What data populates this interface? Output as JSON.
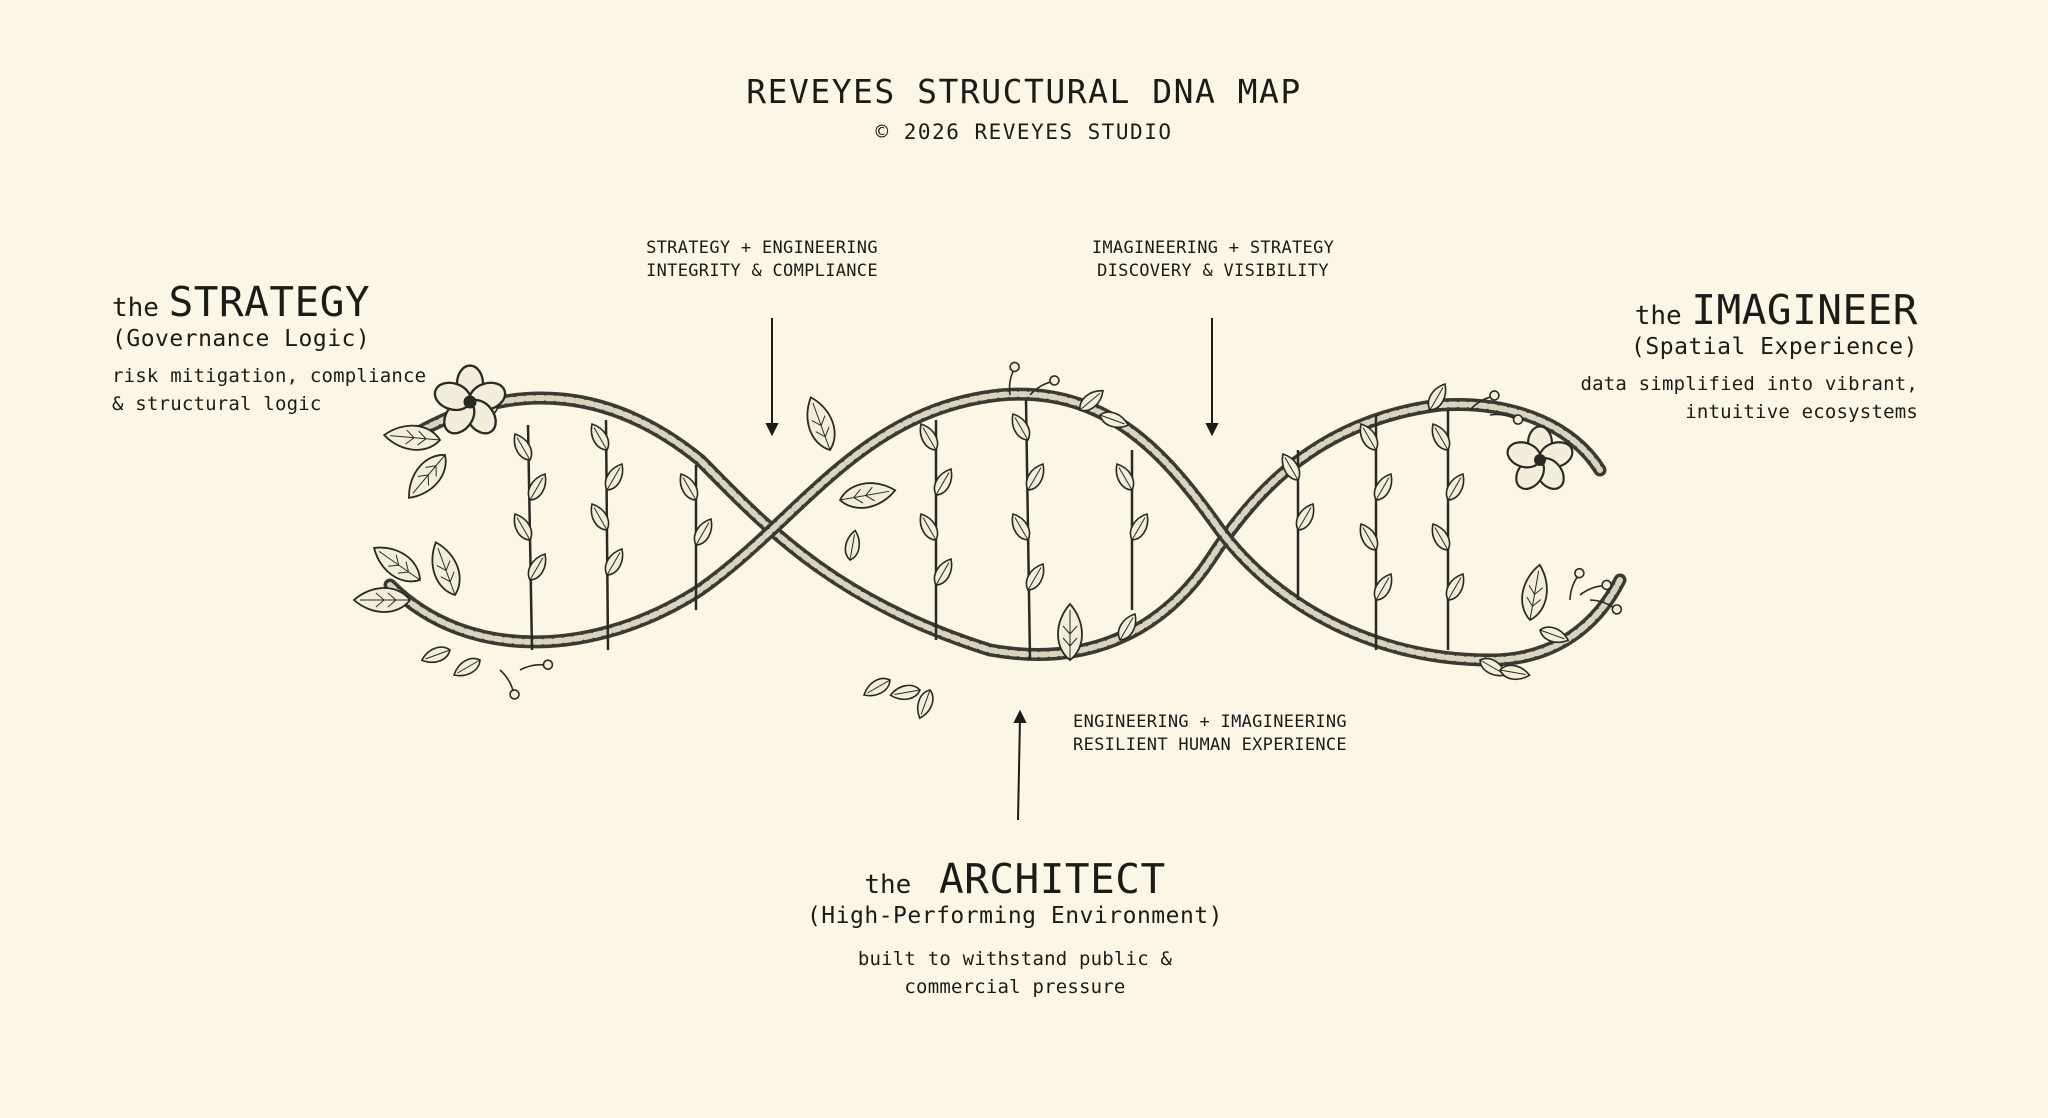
{
  "header": {
    "title": "REVEYES STRUCTURAL DNA MAP",
    "subtitle": "© 2026 REVEYES STUDIO"
  },
  "connectors": {
    "strategy_engineering": {
      "line1": "STRATEGY + ENGINEERING",
      "line2": "INTEGRITY & COMPLIANCE"
    },
    "imagineering_strategy": {
      "line1": "IMAGINEERING + STRATEGY",
      "line2": "DISCOVERY & VISIBILITY"
    },
    "engineering_imagineering": {
      "line1": "ENGINEERING + IMAGINEERING",
      "line2": "RESILIENT HUMAN EXPERIENCE"
    }
  },
  "roles": {
    "strategy": {
      "prefix": "the",
      "name": "STRATEGY",
      "subtitle": "(Governance Logic)",
      "desc_line1": "risk mitigation, compliance",
      "desc_line2": "& structural logic"
    },
    "imagineer": {
      "prefix": "the",
      "name": "IMAGINEER",
      "subtitle": "(Spatial Experience)",
      "desc_line1": "data simplified into vibrant,",
      "desc_line2": "intuitive ecosystems"
    },
    "architect": {
      "prefix": "the",
      "name": "ARCHITECT",
      "subtitle": "(High-Performing Environment)",
      "desc_line1": "built to withstand public &",
      "desc_line2": "commercial pressure"
    }
  },
  "colors": {
    "background": "#fbf6e6",
    "ink": "#1b1b18",
    "leaf_fill": "#f3eedc"
  },
  "illustration": {
    "icon": "botanical-dna-helix-icon"
  }
}
